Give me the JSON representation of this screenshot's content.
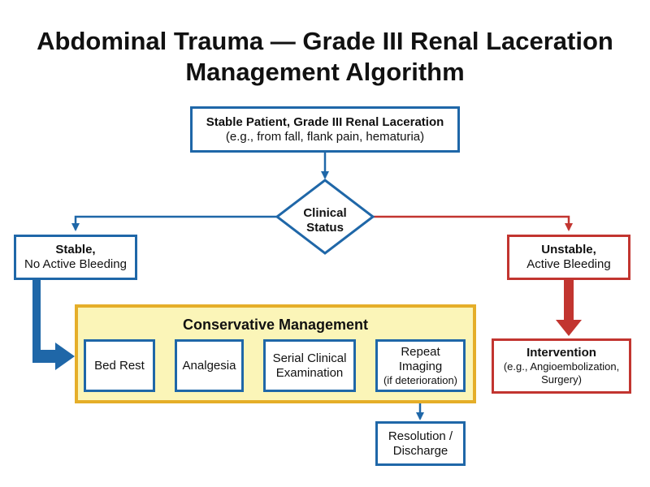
{
  "title": {
    "line1": "Abdominal Trauma — Grade III Renal Laceration",
    "line2": "Management Algorithm"
  },
  "nodes": {
    "start": {
      "line1": "Stable Patient, Grade III Renal Laceration",
      "line2": "(e.g., from fall, flank pain, hematuria)"
    },
    "decision": {
      "line1": "Clinical",
      "line2": "Status"
    },
    "stable": {
      "line1": "Stable,",
      "line2": "No Active Bleeding"
    },
    "unstable": {
      "line1": "Unstable,",
      "line2": "Active Bleeding"
    },
    "conservative": {
      "title": "Conservative Management",
      "steps": [
        {
          "label": "Bed Rest"
        },
        {
          "label": "Analgesia"
        },
        {
          "line1": "Serial Clinical",
          "line2": "Examination"
        },
        {
          "line1": "Repeat",
          "line2": "Imaging",
          "line3": "(if deterioration)"
        }
      ]
    },
    "intervention": {
      "line1": "Intervention",
      "line2": "(e.g., Angioembolization,",
      "line3": "Surgery)"
    },
    "resolution": {
      "line1": "Resolution /",
      "line2": "Discharge"
    }
  },
  "colors": {
    "blue": "#1f67a8",
    "red": "#c23530",
    "panel_fill": "#fbf5b8",
    "panel_border": "#e5ae29"
  }
}
